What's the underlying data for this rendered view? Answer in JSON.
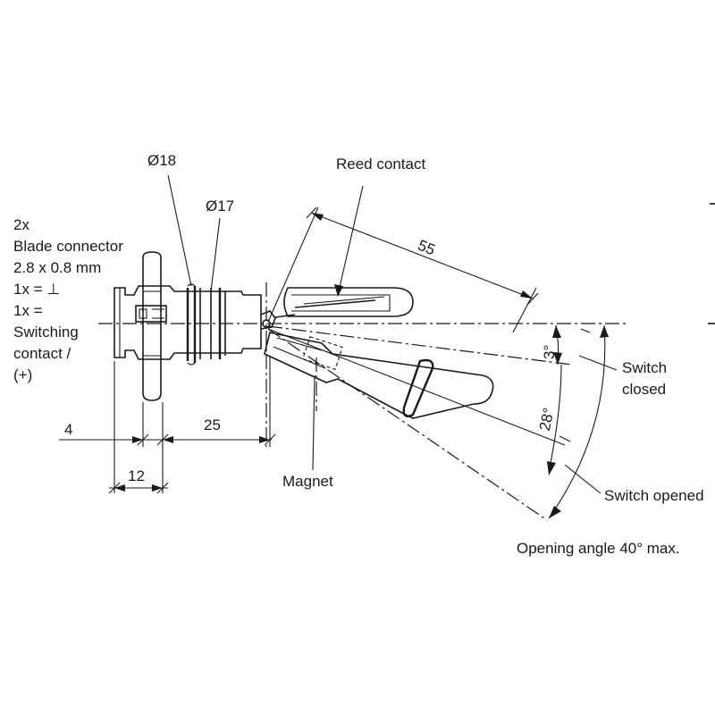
{
  "labels": {
    "d18": "Ø18",
    "d17": "Ø17",
    "reed": "Reed contact",
    "blade_lines": [
      "2x",
      "Blade connector",
      "2.8 x 0.8 mm",
      "1x = ⊥",
      "1x =",
      "Switching",
      "contact /",
      "(+)"
    ],
    "magnet": "Magnet",
    "closed_lines": [
      "Switch",
      "closed"
    ],
    "opened": "Switch opened",
    "opening_angle": "Opening angle 40° max."
  },
  "dimensions": {
    "d4": "4",
    "d25": "25",
    "d12": "12",
    "d55": "55",
    "a3": "3°",
    "a28": "28°"
  }
}
